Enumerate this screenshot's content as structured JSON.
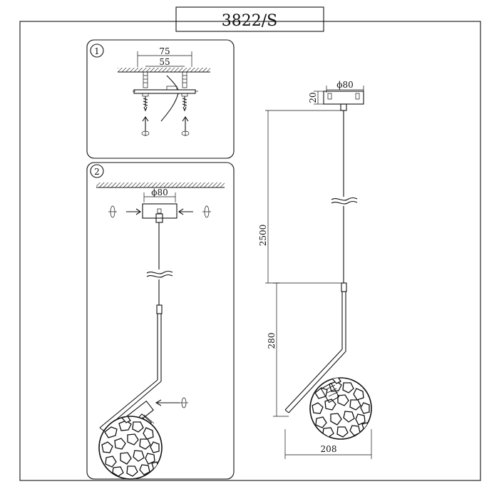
{
  "title": "3822/S",
  "step1": {
    "number": "1",
    "dim_outer": "75",
    "dim_inner": "55"
  },
  "step2": {
    "number": "2",
    "dim_canopy": "ϕ80"
  },
  "side_view": {
    "dim_canopy": "ϕ80",
    "dim_canopy_height": "20",
    "dim_cable": "2500",
    "dim_rod": "280",
    "dim_width": "208"
  }
}
